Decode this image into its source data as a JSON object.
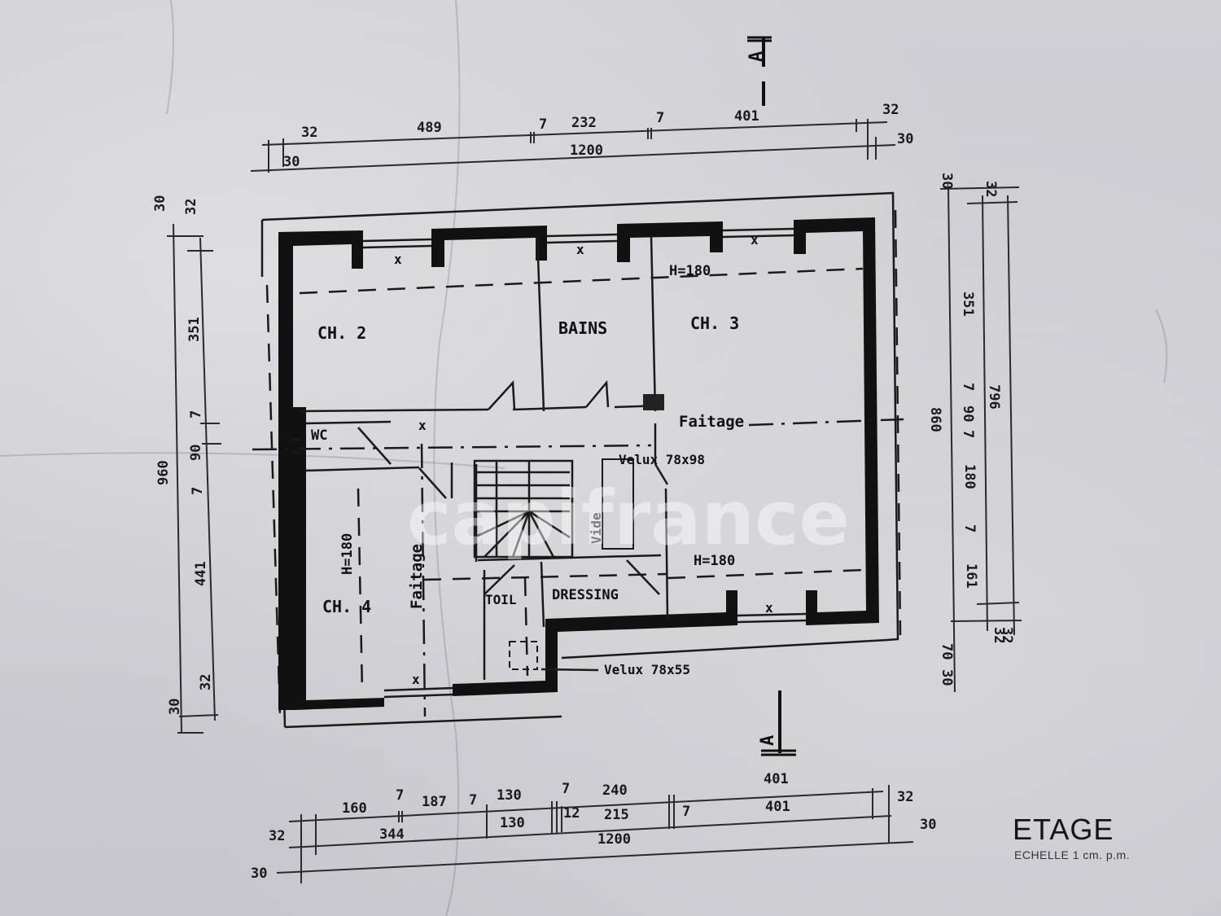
{
  "plan": {
    "title": "ETAGE",
    "scale_note": "ECHELLE 1 cm. p.m.",
    "watermark": "capifrance",
    "section_marker": "A"
  },
  "rooms": [
    {
      "id": "ch2",
      "label": "CH. 2"
    },
    {
      "id": "bains",
      "label": "BAINS"
    },
    {
      "id": "ch3",
      "label": "CH. 3"
    },
    {
      "id": "wc",
      "label": "WC"
    },
    {
      "id": "ch4",
      "label": "CH. 4"
    },
    {
      "id": "dressing",
      "label": "DRESSING"
    },
    {
      "id": "toil",
      "label": "TOIL"
    },
    {
      "id": "vide",
      "label": "Vide"
    }
  ],
  "annotations": {
    "faitage_horizontal": "Faitage",
    "faitage_vertical": "Faitage",
    "height_ch3": "H=180",
    "height_ch4": "H=180",
    "height_se": "H=180",
    "velux_1": "Velux 78x98",
    "velux_2": "Velux 78x55"
  },
  "dimensions": {
    "top": {
      "row1": [
        "32",
        "489",
        "7",
        "232",
        "7",
        "401",
        "32"
      ],
      "row2": [
        "30",
        "1200",
        "30"
      ]
    },
    "bottom": {
      "row1": [
        "160",
        "7",
        "187",
        "7",
        "130",
        "7",
        "240",
        "401"
      ],
      "row2": [
        "32",
        "344",
        "130",
        "12",
        "215",
        "7",
        "401",
        "32"
      ],
      "row3": [
        "30",
        "1200",
        "30"
      ]
    },
    "left": {
      "outer": [
        "30",
        "960",
        "30"
      ],
      "inner": [
        "32",
        "351",
        "7",
        "90",
        "7",
        "441",
        "32"
      ]
    },
    "right": {
      "outer": [
        "30",
        "860",
        "70",
        "30"
      ],
      "middle": [
        "351",
        "7",
        "90",
        "7",
        "180",
        "7",
        "161",
        "32"
      ],
      "inner": [
        "32",
        "796",
        "32"
      ]
    }
  }
}
